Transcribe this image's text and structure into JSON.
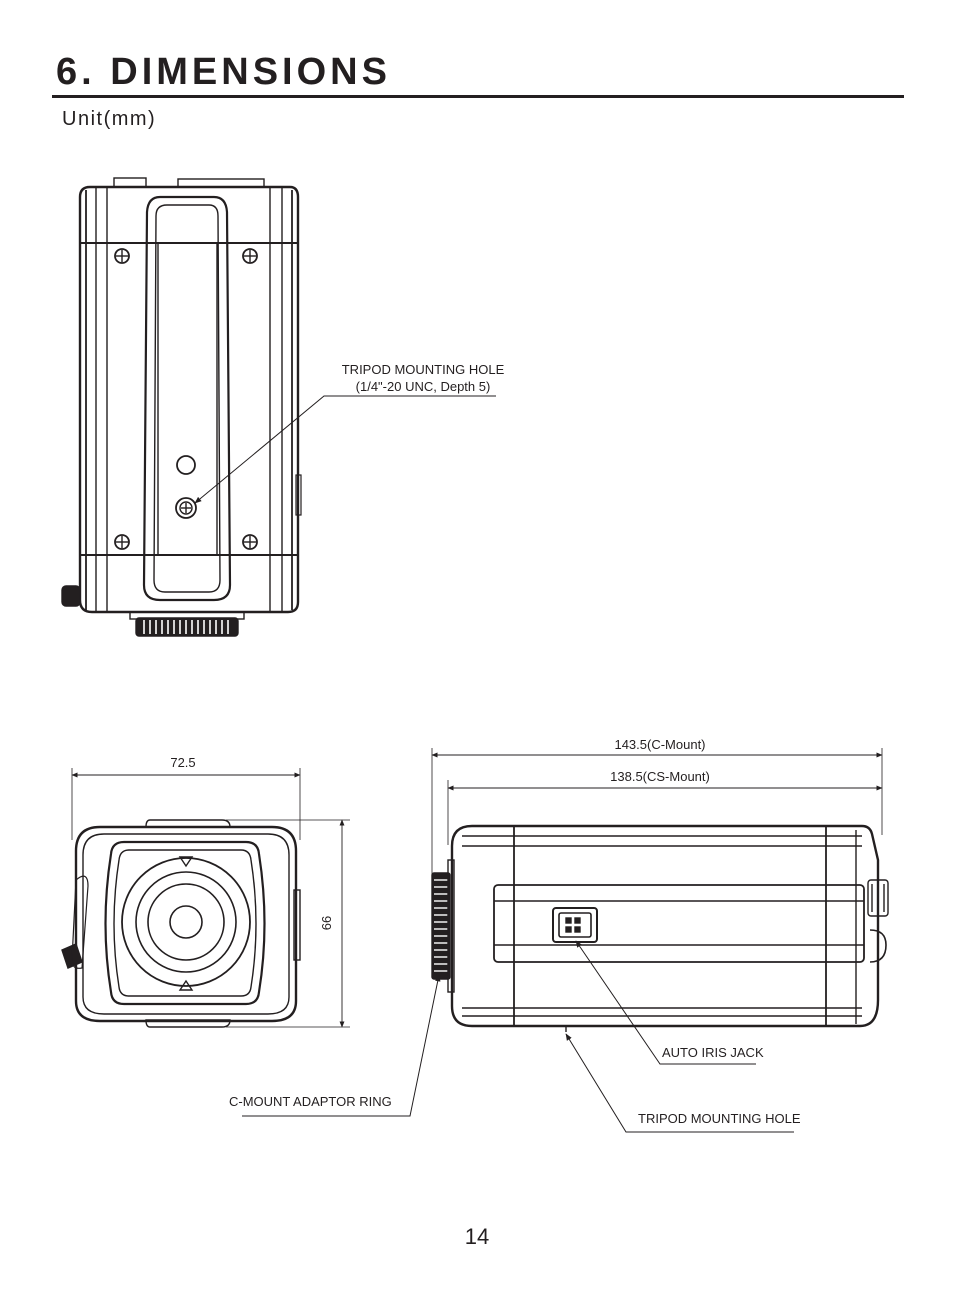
{
  "page": {
    "title": "6. DIMENSIONS",
    "unit_label": "Unit(mm)",
    "page_number": "14"
  },
  "top_view": {
    "tripod_callout_line1": "TRIPOD MOUNTING HOLE",
    "tripod_callout_line2": "(1/4\"-20 UNC, Depth 5)"
  },
  "front_view": {
    "width_dimension": "72.5",
    "height_dimension": "66"
  },
  "side_view": {
    "length_c_mount": "143.5(C-Mount)",
    "length_cs_mount": "138.5(CS-Mount)"
  },
  "callouts": {
    "auto_iris_jack": "AUTO IRIS JACK",
    "c_mount_adaptor_ring": "C-MOUNT ADAPTOR RING",
    "tripod_mounting_hole": "TRIPOD MOUNTING HOLE"
  },
  "colors": {
    "ink": "#231f20",
    "background": "#ffffff"
  }
}
